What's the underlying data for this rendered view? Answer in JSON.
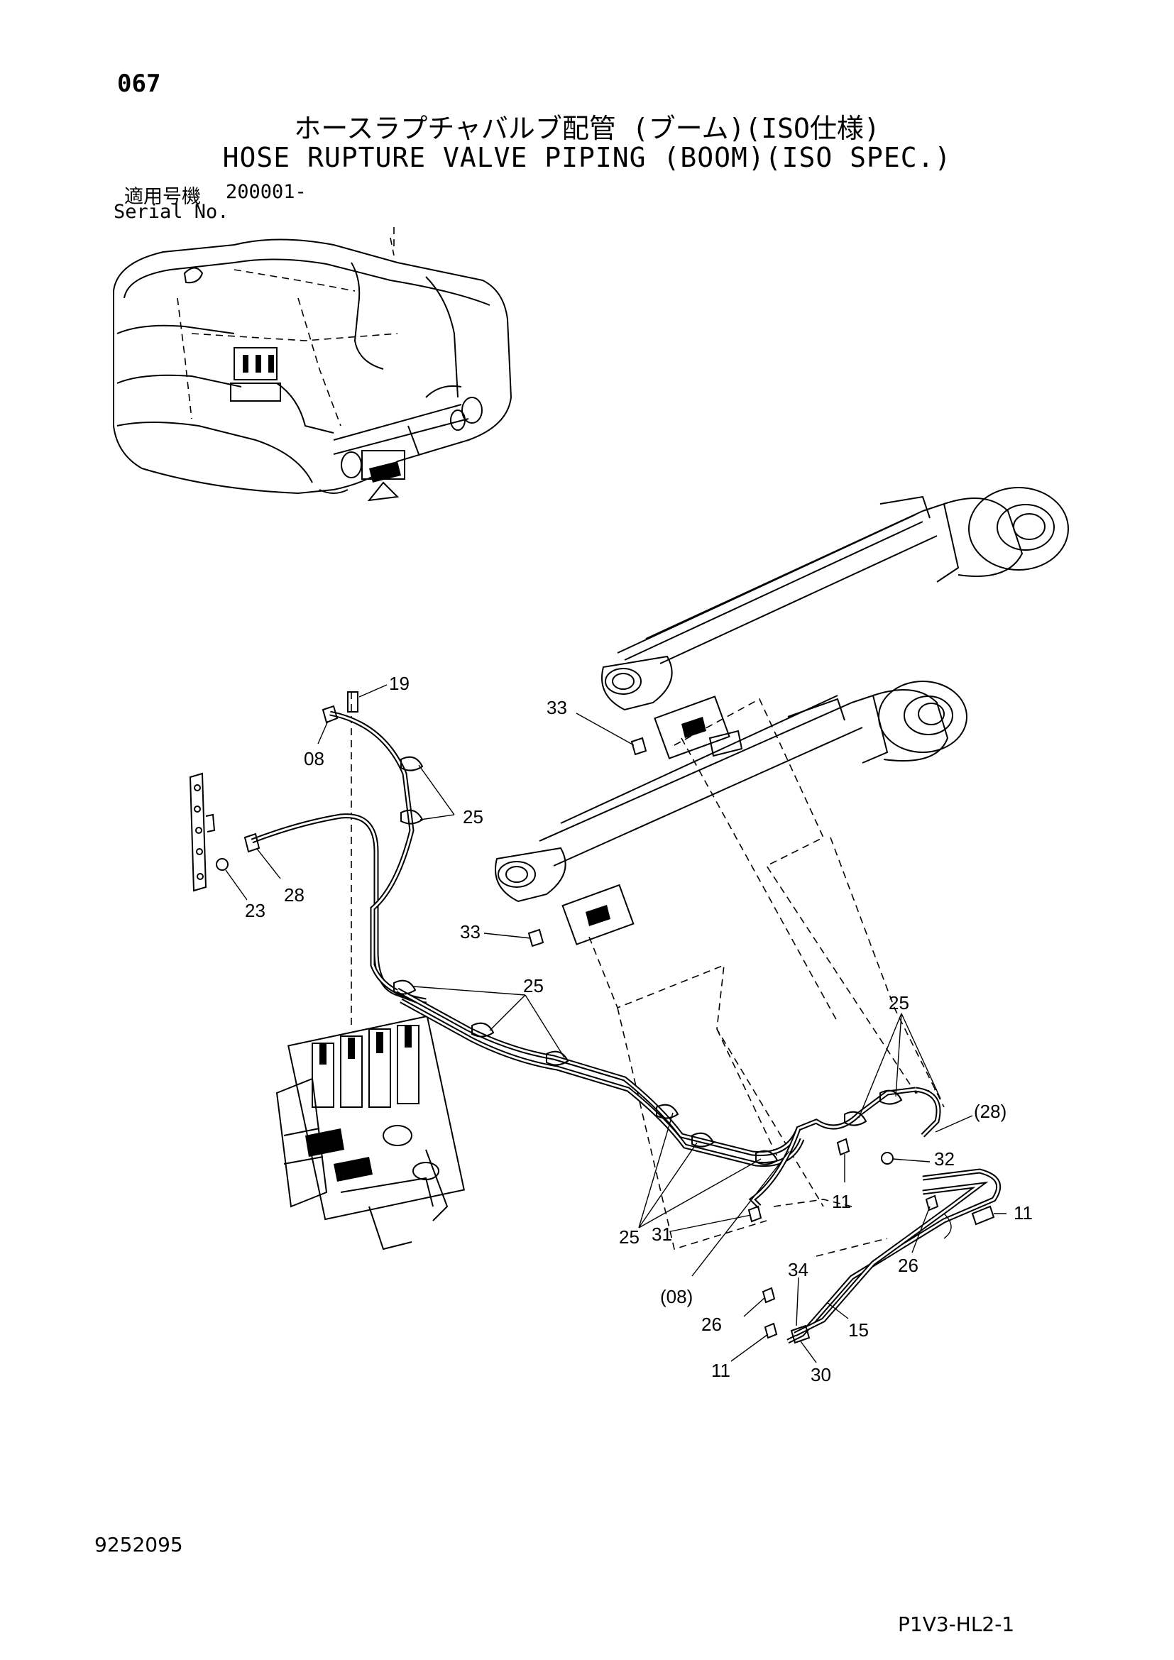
{
  "header": {
    "page_number": "067",
    "title_jp": "ホースラプチャバルブ配管 (ブーム)(ISO仕様)",
    "title_en": "HOSE RUPTURE VALVE PIPING (BOOM)(ISO SPEC.)",
    "serial_label_jp": "適用号機",
    "serial_value": "200001-",
    "serial_label_en": "Serial No."
  },
  "callouts": {
    "c19": "19",
    "c08a": "08",
    "c25a": "25",
    "c28": "28",
    "c23": "23",
    "c33a": "33",
    "c33b": "33",
    "c25b": "25",
    "c25c": "25",
    "c28p": "(28)",
    "c32": "32",
    "c11a": "11",
    "c11b": "11",
    "c25d": "25",
    "c31": "31",
    "c26a": "26",
    "c08p": "(08)",
    "c34": "34",
    "c26b": "26",
    "c15": "15",
    "c11c": "11",
    "c30": "30"
  },
  "footer": {
    "document_number": "9252095",
    "page_code": "P1V3-HL2-1"
  }
}
